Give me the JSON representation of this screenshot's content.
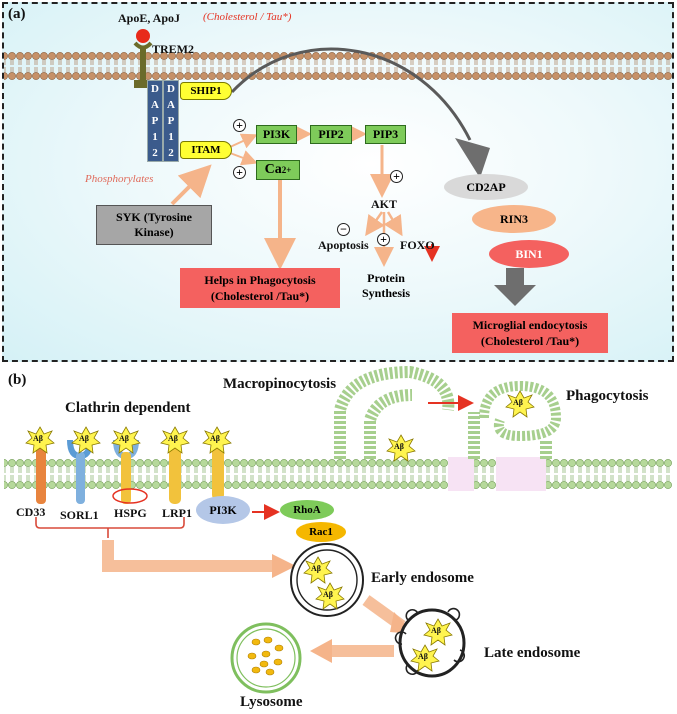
{
  "panel_a": {
    "label": "(a)",
    "ligand": "ApoE, ApoJ",
    "ligand_note": "(Cholesterol / Tau*)",
    "receptor": "TREM2",
    "dap12_letters": [
      "D",
      "A",
      "P",
      "1",
      "2"
    ],
    "ship1": "SHIP1",
    "itam": "ITAM",
    "pi3k": "PI3K",
    "pip2": "PIP2",
    "pip3": "PIP3",
    "ca": "Ca",
    "ca_sup": "2+",
    "phosphorylates": "Phosphorylates",
    "syk_line1": "SYK (Tyrosine",
    "syk_line2": "Kinase)",
    "akt": "AKT",
    "apoptosis": "Apoptosis",
    "foxo": "FOXO",
    "protein_line1": "Protein",
    "protein_line2": "Synthesis",
    "phago_line1": "Helps in Phagocytosis",
    "phago_line2": "(Cholesterol /Tau*)",
    "cd2ap": "CD2AP",
    "rin3": "RIN3",
    "bin1": "BIN1",
    "endo_line1": "Microglial endocytosis",
    "endo_line2": "(Cholesterol /Tau*)",
    "plus": "+",
    "minus": "−"
  },
  "panel_b": {
    "label": "(b)",
    "clathrin": "Clathrin dependent",
    "macro": "Macropinocytosis",
    "phago": "Phagocytosis",
    "abeta": "Aβ",
    "cd33": "CD33",
    "sorl1": "SORL1",
    "hspg": "HSPG",
    "lrp1": "LRP1",
    "pi3k": "PI3K",
    "rhoa": "RhoA",
    "rac1": "Rac1",
    "early": "Early endosome",
    "late": "Late endosome",
    "lysosome": "Lysosome"
  },
  "colors": {
    "membrane": "#b5835a",
    "membrane_b": "#a7cf8e",
    "arrow": "#f5b48a",
    "pink_box": "#f4615f",
    "grey_box": "#a6a6a6",
    "dap12": "#3b5b8c",
    "red": "#e53222"
  }
}
